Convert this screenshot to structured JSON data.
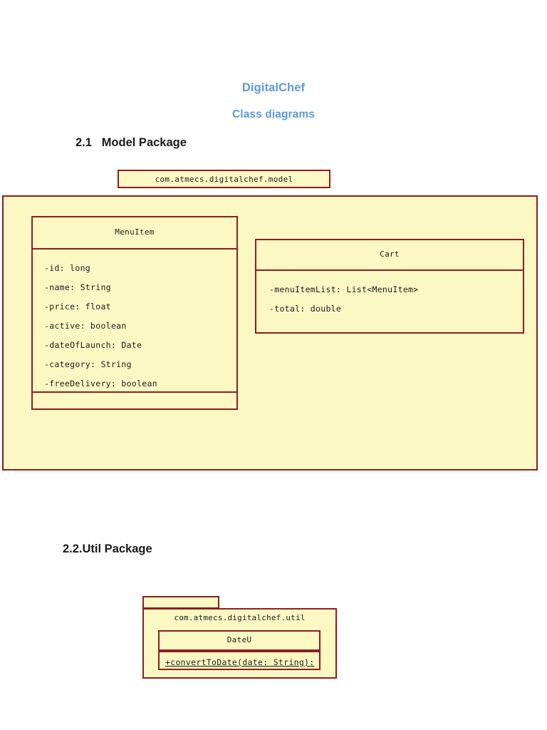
{
  "document": {
    "title": "DigitalChef",
    "subtitle": "Class diagrams"
  },
  "sections": {
    "model": {
      "heading": "2.1   Model Package",
      "package_name": "com.atmecs.digitalchef.model",
      "classes": [
        {
          "name": "MenuItem",
          "attributes": [
            "-id: long",
            "-name: String",
            "-price: float",
            "-active: boolean",
            "-dateOfLaunch: Date",
            "-category: String",
            "-freeDelivery: boolean"
          ],
          "operations": []
        },
        {
          "name": "Cart",
          "attributes": [
            "-menuItemList: List<MenuItem>",
            "-total: double"
          ],
          "operations": []
        }
      ]
    },
    "util": {
      "heading": "2.2.Util Package",
      "package_name": "com.atmecs.digitalchef.util",
      "classes": [
        {
          "name": "DateU",
          "attributes": [],
          "operations": [
            "+convertToDate(date: String):"
          ]
        }
      ]
    }
  },
  "colors": {
    "title_blue": "#5b9bd5",
    "uml_fill": "#fbf8c4",
    "uml_border": "#8b2020",
    "page_background": "#ffffff",
    "text": "#1d1d1d"
  }
}
